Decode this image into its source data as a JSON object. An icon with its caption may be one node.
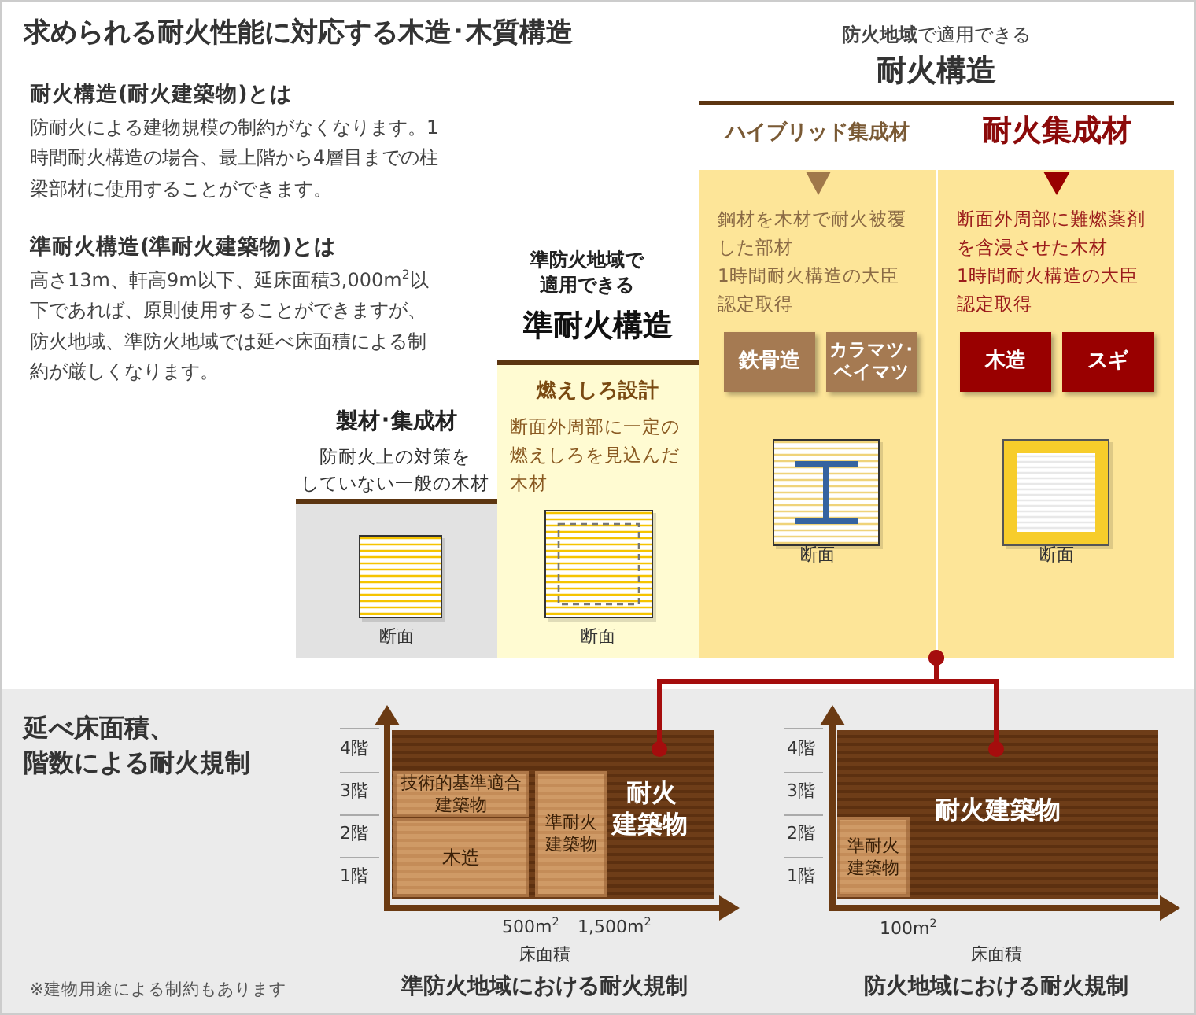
{
  "diagram": {
    "title": "求められる耐火性能に対応する木造･木質構造",
    "nodes": [
      {
        "text": [
          "製材･集成材",
          "防耐火上の対策をしていない一般の木材",
          "断面"
        ]
      },
      {
        "text": [
          "**準防火地域**で適用できる",
          "準耐火構造",
          "燃えしろ設計",
          "断面外周部に一定の燃えしろを見込んだ木材",
          "断面"
        ]
      },
      {
        "text": [
          "**防火地域**で適用できる",
          "耐火構造"
        ]
      },
      {
        "text": [
          "ハイブリッド集成材",
          "鋼材を木材で耐火被覆した部材",
          "1時間耐火構造の大臣認定取得",
          "断面"
        ],
        "in": 2
      },
      {
        "text": [
          "鉄骨造"
        ],
        "in": 3
      },
      {
        "text": [
          "カラマツ･ベイマツ"
        ],
        "in": 3
      },
      {
        "text": [
          "耐火集成材",
          "断面外周部に難燃薬剤を含浸させた木材",
          "1時間耐火構造の大臣認定取得",
          "断面"
        ],
        "in": 2
      },
      {
        "text": [
          "木造"
        ],
        "in": 6
      },
      {
        "text": [
          "スギ"
        ],
        "in": 6
      },
      {
        "text": [
          "技術的基準適合建築物"
        ],
        "in": 12
      },
      {
        "text": [
          "木造"
        ],
        "in": 12
      },
      {
        "text": [
          "準耐火建築物"
        ],
        "in": 12
      },
      {
        "text": [
          "耐火建築物"
        ]
      },
      {
        "text": [
          "耐火建築物"
        ]
      },
      {
        "text": [
          "準耐火建築物"
        ],
        "in": 13
      }
    ],
    "edges": [
      {
        "from": 2,
        "to": 12,
        "arrow": "other"
      },
      {
        "from": 2,
        "to": 13,
        "arrow": "other"
      }
    ],
    "labels": [
      "耐火構造(耐火建築物)とは",
      "防耐火による建物規模の制約がなくなります。1時間耐火構造の場合、最上階から4層目までの柱梁部材に使用することができます。",
      "準耐火構造(準耐火建築物)とは",
      "高さ13m、軒高9m以下、延床面積3,000m$^{2}$以下であれば、原則使用することができますが、防火地域、準防火地域では延べ床面積による制約が厳しくなります。",
      "延べ床面積、階数による耐火規制",
      "4階",
      "3階",
      "2階",
      "1階",
      "500m$^{2}$",
      "1,500m$^{2}$",
      "床面積",
      "準防火地域における耐火規制",
      "4階",
      "3階",
      "2階",
      "1階",
      "100m$^{2}$",
      "床面積",
      "防火地域における耐火規制",
      "※建物用途による制約もあります"
    ]
  }
}
